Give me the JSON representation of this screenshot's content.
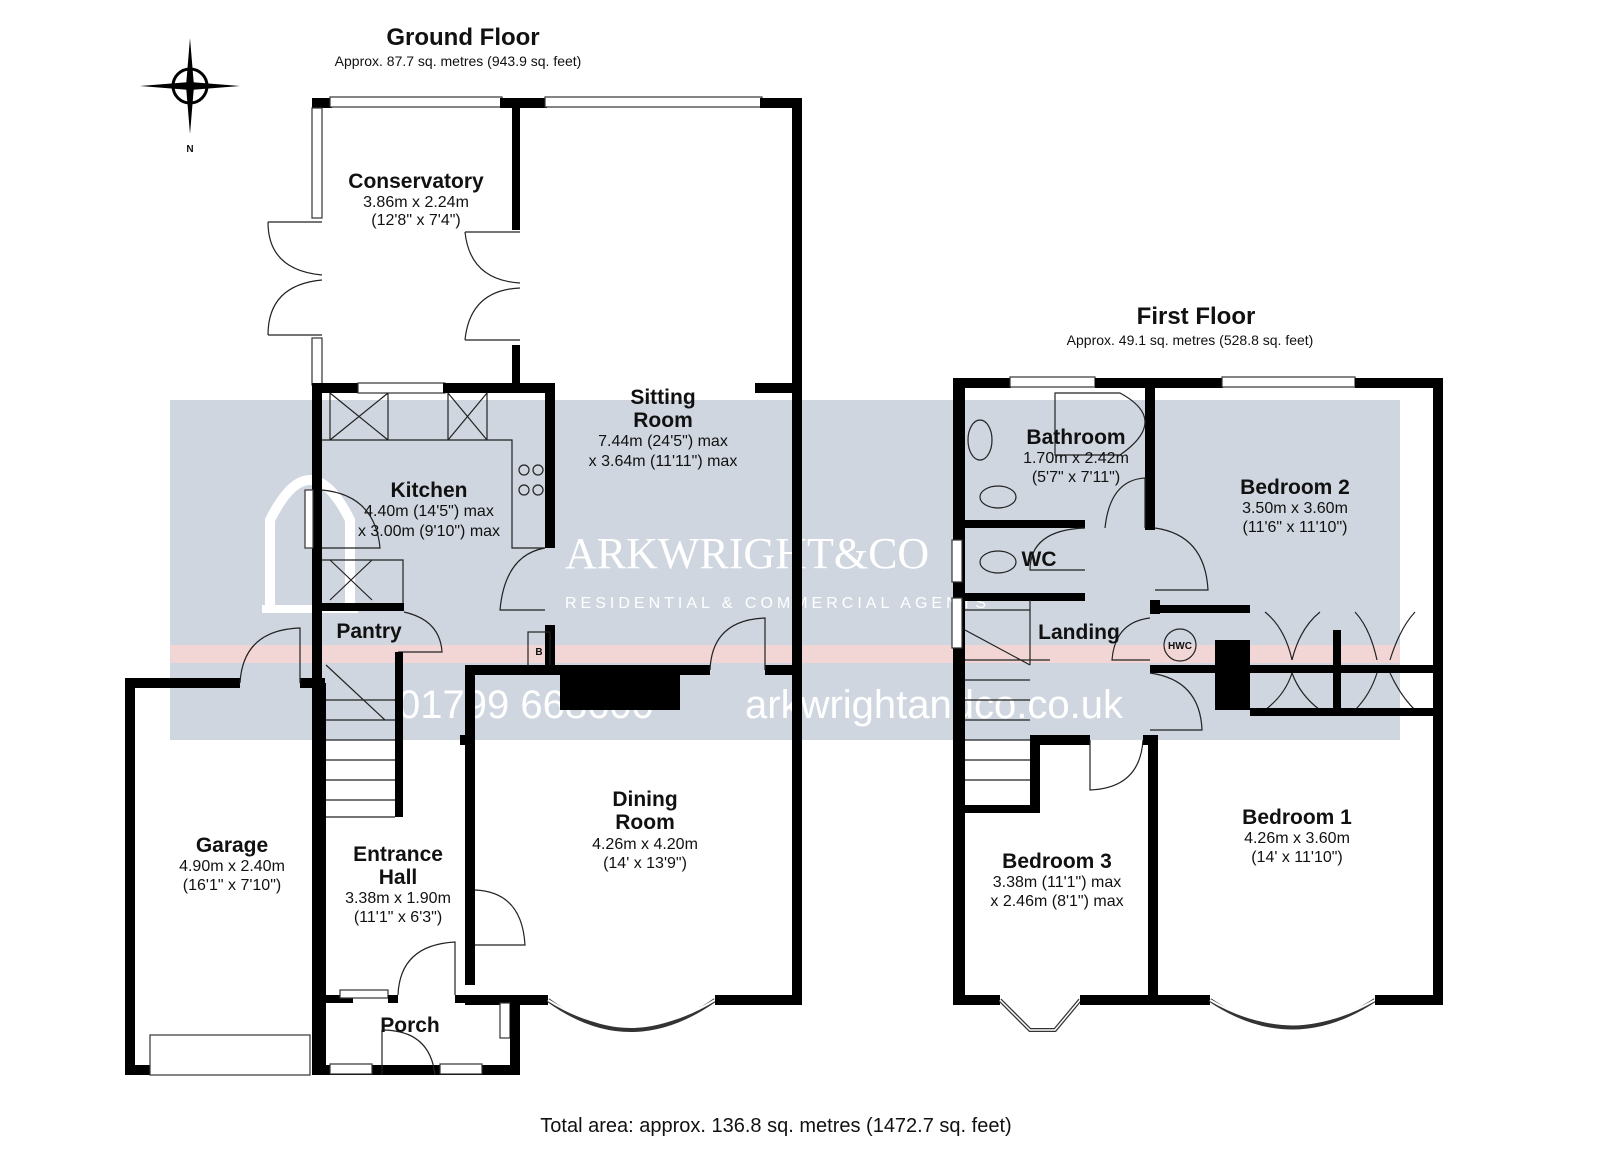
{
  "ground_floor": {
    "title": "Ground Floor",
    "area": "Approx. 87.7 sq. metres (943.9 sq. feet)",
    "rooms": {
      "conservatory": {
        "name": "Conservatory",
        "dim1": "3.86m x 2.24m",
        "dim2": "(12'8\" x 7'4\")"
      },
      "sitting": {
        "name1": "Sitting",
        "name2": "Room",
        "dim1": "7.44m (24'5\") max",
        "dim2": "x 3.64m (11'11\") max"
      },
      "kitchen": {
        "name": "Kitchen",
        "dim1": "4.40m (14'5\") max",
        "dim2": "x 3.00m (9'10\") max"
      },
      "pantry": {
        "name": "Pantry"
      },
      "dining": {
        "name1": "Dining",
        "name2": "Room",
        "dim1": "4.26m x 4.20m",
        "dim2": "(14' x 13'9\")"
      },
      "garage": {
        "name": "Garage",
        "dim1": "4.90m x 2.40m",
        "dim2": "(16'1\" x 7'10\")"
      },
      "hall": {
        "name1": "Entrance",
        "name2": "Hall",
        "dim1": "3.38m x 1.90m",
        "dim2": "(11'1\" x 6'3\")"
      },
      "porch": {
        "name": "Porch"
      }
    },
    "boiler_label": "B"
  },
  "first_floor": {
    "title": "First Floor",
    "area": "Approx. 49.1 sq. metres (528.8 sq. feet)",
    "rooms": {
      "bathroom": {
        "name": "Bathroom",
        "dim1": "1.70m x 2.42m",
        "dim2": "(5'7\" x 7'11\")"
      },
      "bedroom2": {
        "name": "Bedroom 2",
        "dim1": "3.50m x 3.60m",
        "dim2": "(11'6\" x 11'10\")"
      },
      "wc": {
        "name": "WC"
      },
      "landing": {
        "name": "Landing"
      },
      "bedroom1": {
        "name": "Bedroom 1",
        "dim1": "4.26m x 3.60m",
        "dim2": "(14' x 11'10\")"
      },
      "bedroom3": {
        "name": "Bedroom 3",
        "dim1": "3.38m (11'1\") max",
        "dim2": "x 2.46m (8'1\") max"
      }
    },
    "hwc_label": "HWC"
  },
  "compass": {
    "north_label": "N"
  },
  "watermark": {
    "brand": "ARKWRIGHT&CO",
    "tagline": "RESIDENTIAL & COMMERCIAL AGENTS",
    "phone": "01799 668600",
    "website": "arkwrightandco.co.uk"
  },
  "total_area": "Total area: approx. 136.8 sq. metres (1472.7 sq. feet)",
  "colors": {
    "watermark_band": "#cfd6df",
    "watermark_stripe": "#f2d6d6",
    "wall": "#000000"
  }
}
